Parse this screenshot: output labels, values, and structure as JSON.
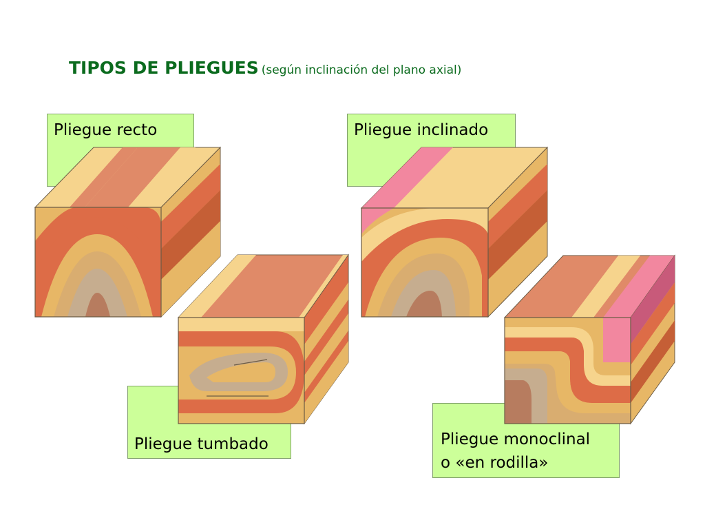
{
  "title": {
    "main": "TIPOS DE PLIEGUES",
    "sub": "(según inclinación del plano axial)"
  },
  "labels": {
    "recto": "Pliegue recto",
    "inclinado": "Pliegue inclinado",
    "tumbado": "Pliegue tumbado",
    "monoclinal_line1": "Pliegue monoclinal",
    "monoclinal_line2": "o «en rodilla»"
  },
  "colors": {
    "label_background": "#ccff99",
    "title": "#0b6b1e",
    "layer_pale_yellow": "#f6d48d",
    "layer_orange": "#dd6c47",
    "layer_salmon": "#e08a68",
    "layer_ochre": "#e7b766",
    "layer_beige": "#c6ad8f",
    "layer_brown": "#b77c5f",
    "layer_pink": "#f2879f"
  }
}
